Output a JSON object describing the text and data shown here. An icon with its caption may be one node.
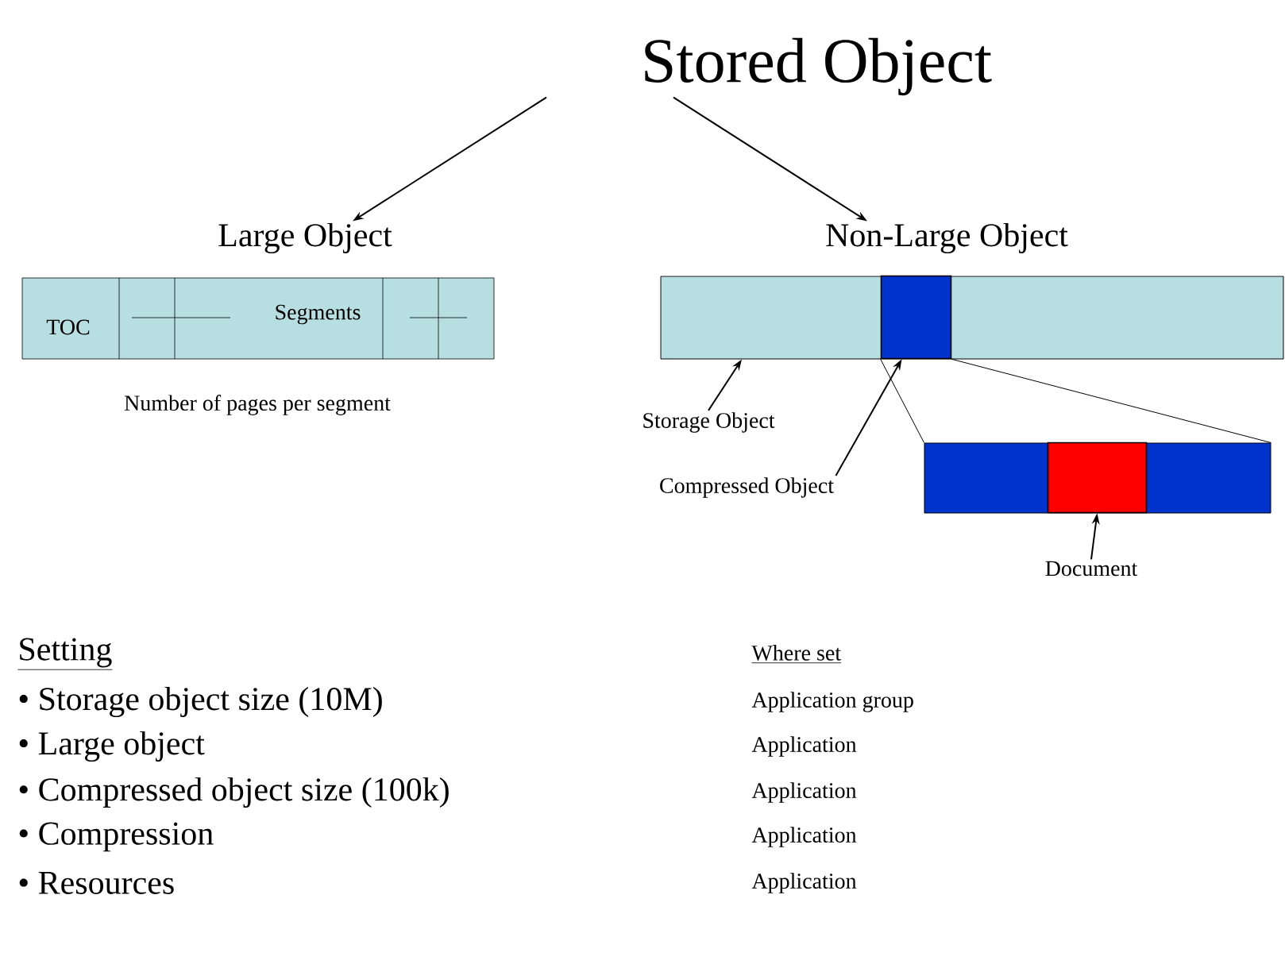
{
  "diagram": {
    "nodes": [
      {
        "text": [
          "Stored Object"
        ]
      },
      {
        "text": [
          "Large Object"
        ]
      },
      {
        "text": [
          "Non-Large Object"
        ]
      },
      {
        "text": [
          "TOC",
          "Segments"
        ]
      },
      {
        "text": [],
        "shape": "bar"
      },
      {
        "text": [],
        "shape": "box",
        "in": 4
      },
      {
        "text": [
          "Storage Object"
        ]
      },
      {
        "text": [
          "Compressed Object"
        ]
      },
      {
        "text": [],
        "shape": "bar"
      },
      {
        "text": [],
        "shape": "box",
        "in": 8
      },
      {
        "text": [
          "Document"
        ]
      }
    ],
    "edges": [
      {
        "from": 0,
        "to": 1,
        "arrow": "to"
      },
      {
        "from": 0,
        "to": 2,
        "arrow": "to"
      },
      {
        "from": 6,
        "to": 4,
        "arrow": "to"
      },
      {
        "from": 7,
        "to": 5,
        "arrow": "to"
      },
      {
        "from": 5,
        "to": 8,
        "arrow": "none"
      },
      {
        "from": 5,
        "to": 8,
        "arrow": "none"
      },
      {
        "from": 10,
        "to": 9,
        "arrow": "to"
      }
    ],
    "labels": [
      "Number of pages per segment",
      "Setting",
      "Where set",
      "• Storage object size (10M)",
      "Application group",
      "• Large object",
      "Application",
      "• Compressed object size (100k)",
      "Application",
      "• Compression",
      "Application",
      "• Resources",
      "Application"
    ]
  }
}
